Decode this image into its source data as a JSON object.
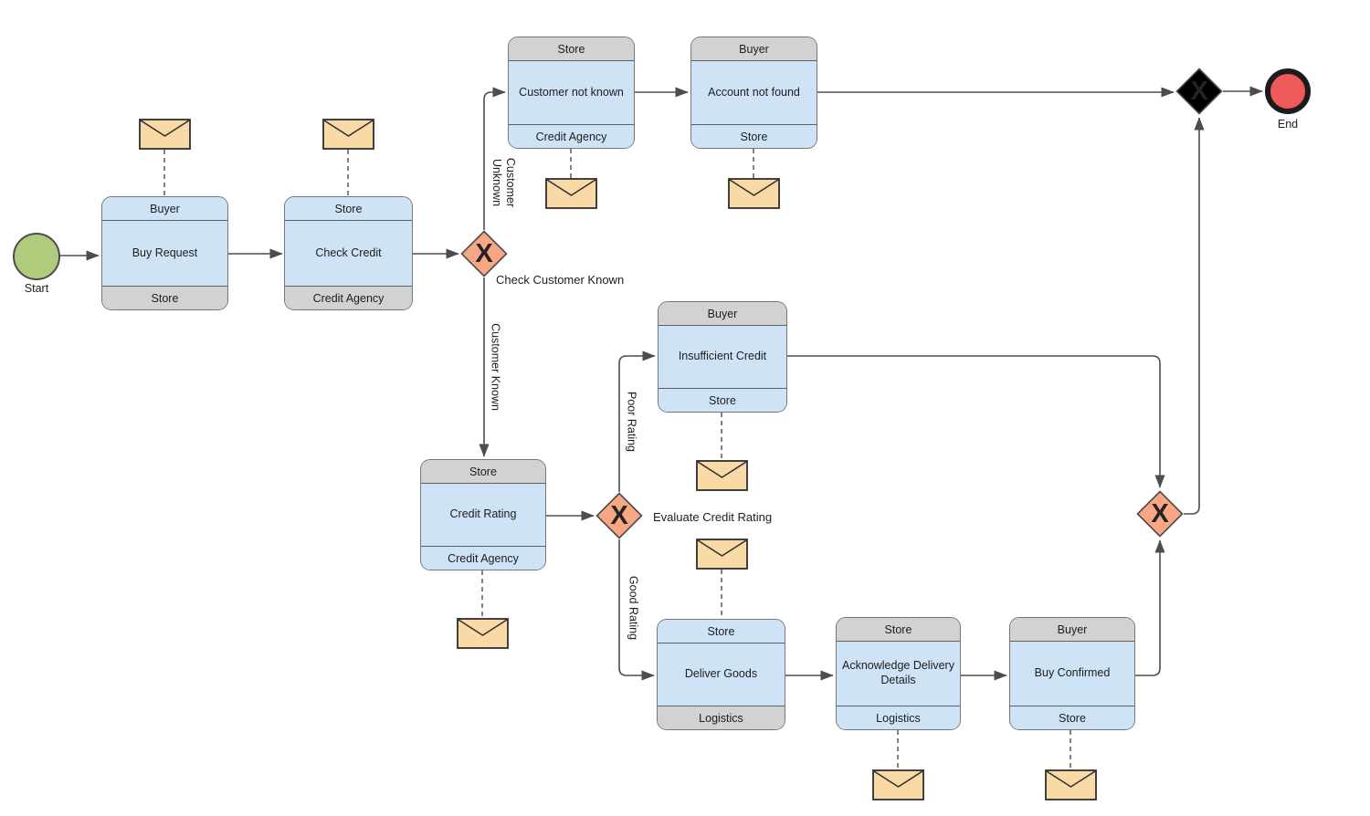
{
  "colors": {
    "task_fill": "#cfe3f6",
    "task_band_gray": "#d2d2d2",
    "task_border": "#767676",
    "gateway_fill": "#f7a784",
    "gateway_border": "#4a4a4a",
    "envelope_fill": "#f9daa7",
    "start_fill": "#b1cb7d",
    "end_fill": "#ee5a5a",
    "connector": "#4d4d4d"
  },
  "events": {
    "start": {
      "label": "Start"
    },
    "end": {
      "label": "End"
    }
  },
  "tasks": [
    {
      "header": "Buyer",
      "label": "Buy Request",
      "footer": "Store"
    },
    {
      "header": "Store",
      "label": "Check Credit",
      "footer": "Credit Agency"
    },
    {
      "header": "Store",
      "label": "Customer not known",
      "footer": "Credit Agency"
    },
    {
      "header": "Buyer",
      "label": "Account not found",
      "footer": "Store"
    },
    {
      "header": "Buyer",
      "label": "Insufficient Credit",
      "footer": "Store"
    },
    {
      "header": "Store",
      "label": "Credit Rating",
      "footer": "Credit Agency"
    },
    {
      "header": "Store",
      "label": "Deliver Goods",
      "footer": "Logistics"
    },
    {
      "header": "Store",
      "label": "Acknowledge Delivery Details",
      "footer": "Logistics"
    },
    {
      "header": "Buyer",
      "label": "Buy Confirmed",
      "footer": "Store"
    }
  ],
  "gateways": [
    {
      "symbol": "X",
      "label": "Check Customer Known"
    },
    {
      "symbol": "X",
      "label": ""
    },
    {
      "symbol": "X",
      "label": "Evaluate Credit Rating"
    },
    {
      "symbol": "X",
      "label": ""
    }
  ],
  "edge_labels": {
    "customer_unknown": "Customer\nUnknown",
    "customer_known": "Customer Known",
    "poor_rating": "Poor Rating",
    "good_rating": "Good Rating"
  }
}
